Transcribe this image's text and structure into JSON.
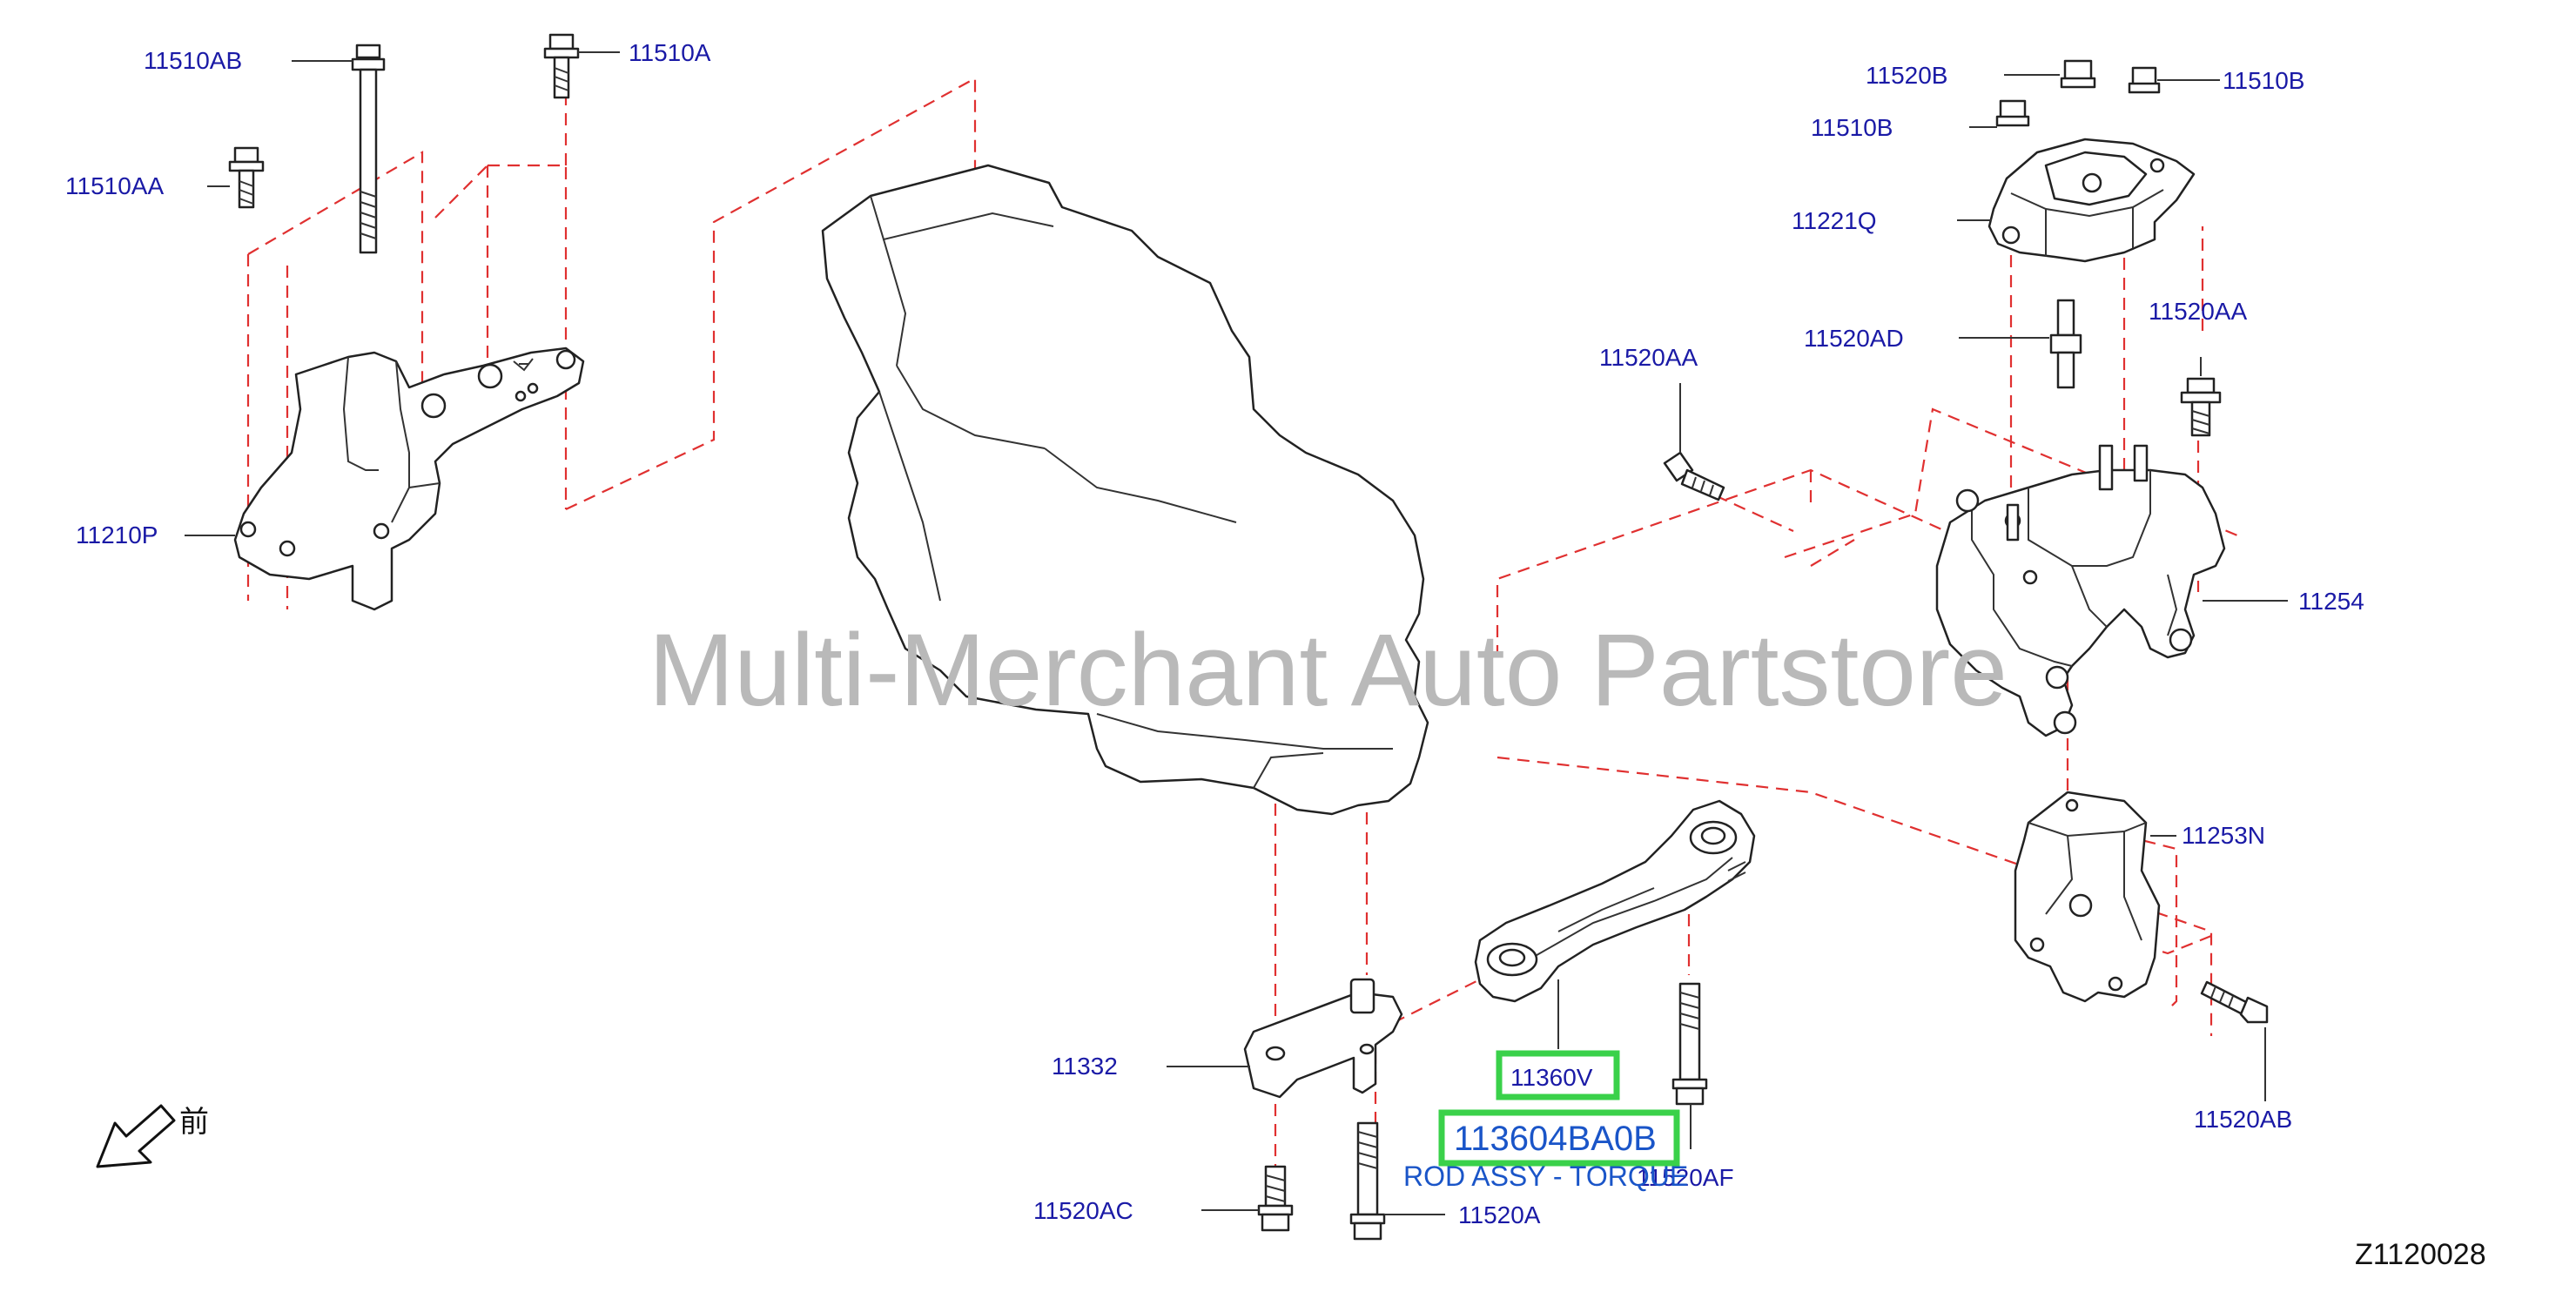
{
  "watermark": "Multi-Merchant Auto Partstore",
  "diagram_ref": "Z1120028",
  "front_symbol": "前",
  "front_icon": "front-arrow-icon",
  "colors": {
    "label": "#1a1aa6",
    "highlight_border": "#3ad14a",
    "highlight_text": "#1a55c8",
    "dashed_lines": "#e03030",
    "watermark": "#b9b9b9"
  },
  "callouts": {
    "c_11510AB": "11510AB",
    "c_11510A": "11510A",
    "c_11510AA": "11510AA",
    "c_11210P": "11210P",
    "c_11520B": "11520B",
    "c_11510B_top": "11510B",
    "c_11510B_left": "11510B",
    "c_11221Q": "11221Q",
    "c_11520AD": "11520AD",
    "c_11520AA_right": "11520AA",
    "c_11520AA_left": "11520AA",
    "c_11254": "11254",
    "c_11253N": "11253N",
    "c_11520AB": "11520AB",
    "c_11332": "11332",
    "c_11520AC": "11520AC",
    "c_11520A": "11520A",
    "c_11520AF": "11520AF"
  },
  "highlight": {
    "small_code": "11360V",
    "part_number": "113604BA0B",
    "description": "ROD ASSY - TORQUE"
  }
}
